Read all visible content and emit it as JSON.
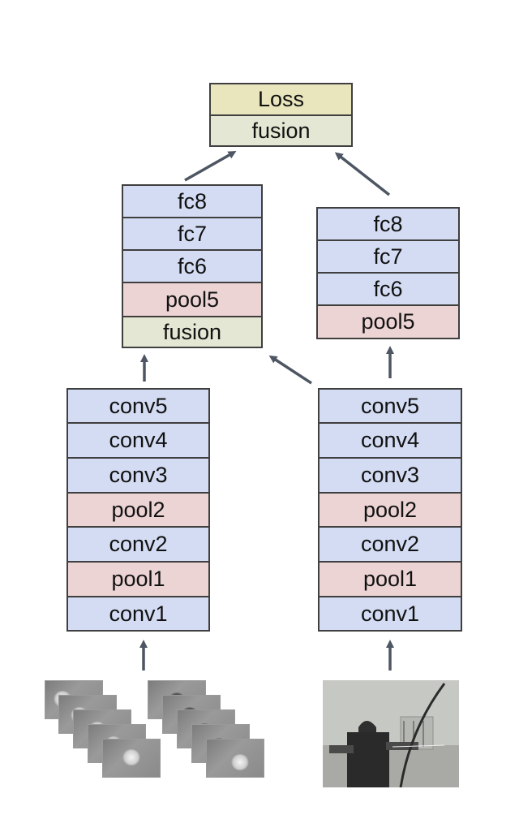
{
  "top": {
    "loss": "Loss",
    "fusion": "fusion"
  },
  "left_stream": {
    "fc_block": [
      "fc8",
      "fc7",
      "fc6",
      "pool5",
      "fusion"
    ],
    "conv_block": [
      "conv5",
      "conv4",
      "conv3",
      "pool2",
      "conv2",
      "pool1",
      "conv1"
    ]
  },
  "right_stream": {
    "fc_block": [
      "fc8",
      "fc7",
      "fc6",
      "pool5"
    ],
    "conv_block": [
      "conv5",
      "conv4",
      "conv3",
      "pool2",
      "conv2",
      "pool1",
      "conv1"
    ]
  },
  "colors": {
    "conv_fc": "#d3dcf3",
    "pool": "#ecd3d4",
    "fusion": "#e3e7d3",
    "loss": "#e9e6be",
    "arrow": "#4e5663"
  }
}
